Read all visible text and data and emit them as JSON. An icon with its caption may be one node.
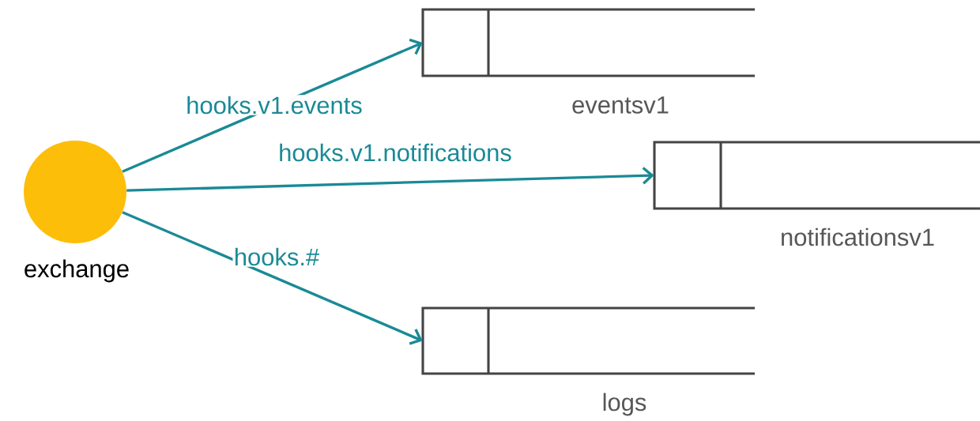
{
  "diagram": {
    "nodes": [
      {
        "text": [
          "exchange"
        ]
      },
      {
        "text": [
          "eventsv1"
        ]
      },
      {
        "text": [
          "notificationsv1"
        ]
      },
      {
        "text": [
          "logs"
        ]
      }
    ],
    "edges": [
      {
        "from": 0,
        "to": 1,
        "arrow": "to",
        "label": "hooks.v1.events"
      },
      {
        "from": 0,
        "to": 2,
        "arrow": "to",
        "label": "hooks.v1.notifications"
      },
      {
        "from": 0,
        "to": 3,
        "arrow": "to",
        "label": "hooks.#"
      }
    ]
  }
}
